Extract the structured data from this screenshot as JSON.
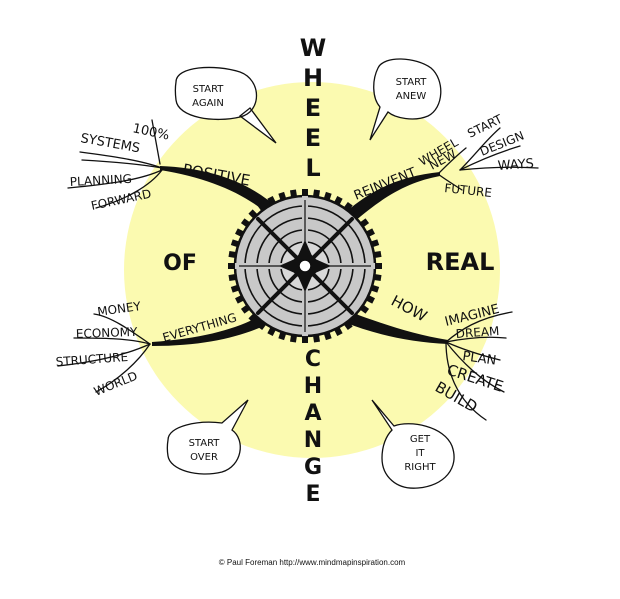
{
  "title": {
    "wheel": "WHEEL",
    "of": "OF",
    "real": "REAL",
    "change": "CHANGE"
  },
  "branches": {
    "positive": {
      "label": "POSITIVE",
      "items": [
        "100%",
        "SYSTEMS",
        "PLANNING",
        "FORWARD"
      ]
    },
    "reinvent": {
      "label": "REINVENT",
      "sub": "WHEEL",
      "items": [
        "NEW",
        "FUTURE",
        "START",
        "DESIGN",
        "WAYS"
      ]
    },
    "everything": {
      "label": "EVERYTHING",
      "items": [
        "MONEY",
        "ECONOMY",
        "STRUCTURE",
        "WORLD"
      ]
    },
    "how": {
      "label": "HOW",
      "items": [
        "IMAGINE",
        "DREAM",
        "PLAN",
        "CREATE",
        "BUILD"
      ]
    }
  },
  "bubbles": {
    "top_left": [
      "START",
      "AGAIN"
    ],
    "top_right": [
      "START",
      "ANEW"
    ],
    "bottom_left": [
      "START",
      "OVER"
    ],
    "bottom_right": [
      "GET",
      "IT",
      "RIGHT"
    ]
  },
  "credit": "© Paul Foreman http://www.mindmapinspiration.com",
  "colors": {
    "circle": "#fbfab0",
    "wheel_fill": "#c8c8c8",
    "ink": "#111111"
  }
}
